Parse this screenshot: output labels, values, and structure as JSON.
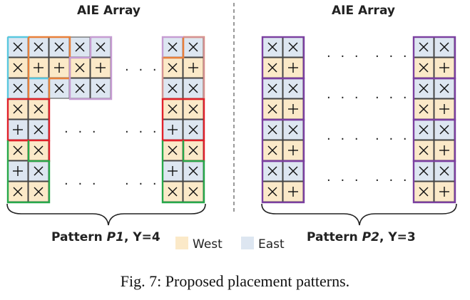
{
  "left_panel": {
    "title": "AIE Array",
    "pattern_prefix": "Pattern ",
    "pattern_name": "P1",
    "pattern_suffix": ", Y=4"
  },
  "right_panel": {
    "title": "AIE Array",
    "pattern_prefix": "Pattern ",
    "pattern_name": "P2",
    "pattern_suffix": ", Y=3"
  },
  "ellipsis": "· · ·",
  "legend": {
    "west_label": "West",
    "east_label": "East",
    "west_color": "#fbe9c8",
    "east_color": "#dde6f1"
  },
  "caption": "Fig. 7: Proposed placement patterns.",
  "colors": {
    "cyan": "#59c8df",
    "orange": "#e8803a",
    "lilac": "#c69cd2",
    "red": "#e0202a",
    "green": "#27a84a",
    "purple": "#7b3fa0"
  }
}
